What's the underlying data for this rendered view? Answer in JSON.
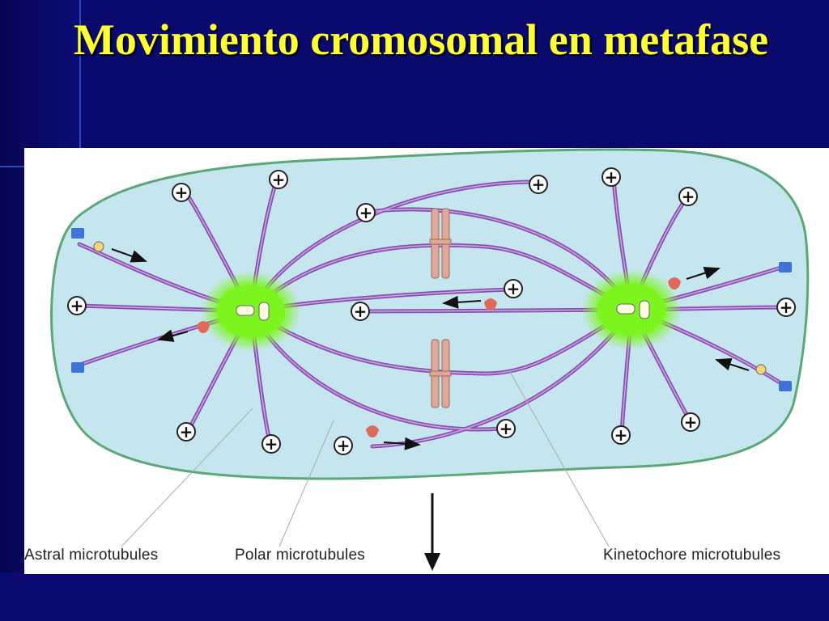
{
  "slide": {
    "title": "Movimiento cromosomal en metafase",
    "title_color": "#ffff33",
    "background_color": "#0a0a6e"
  },
  "diagram": {
    "cell_fill": "#c6e6ef",
    "membrane_color": "#5aa878",
    "microtubule_color": "#8a4fb0",
    "centrosome_glow": "#7cf51e",
    "chromosome_color": "#dda89a",
    "plus_end_symbol": "+",
    "labels": {
      "astral": "Astral microtubules",
      "polar": "Polar microtubules",
      "kinetochore": "Kinetochore microtubules"
    }
  }
}
